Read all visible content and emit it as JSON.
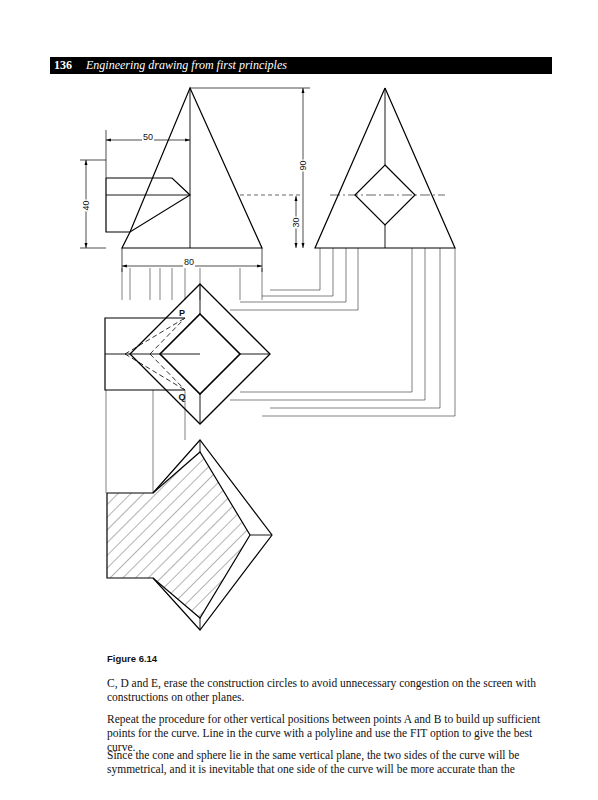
{
  "diagram": {
    "caption": "Figure 6.14",
    "nodes": [
      {
        "text": [
          "136",
          "Engineering drawing from first principles"
        ]
      }
    ],
    "labels": [
      "50",
      "40",
      "90",
      "30",
      "80",
      "P",
      "Q",
      "C, D and E, erase the construction circles to avoid unnecessary congestion on the screen with constructions on other planes.",
      "Repeat the procedure for other vertical positions between points A and B to build up sufficient points for the curve. Line in the curve with a polyline and use the FIT option to give the best curve.",
      "Since the cone and sphere lie in the same vertical plane, the two sides of the curve will be symmetrical, and it is inevitable that one side of the curve will be more accurate than the"
    ]
  }
}
